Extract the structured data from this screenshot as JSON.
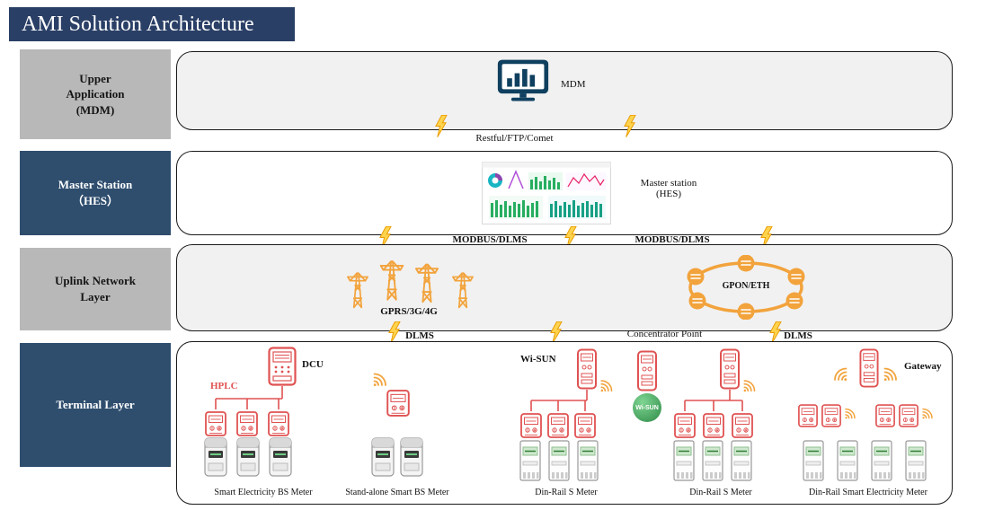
{
  "title": "AMI Solution Architecture",
  "colors": {
    "banner_navy": "#2a3f66",
    "label_navy": "#2f4e6e",
    "label_gray": "#b8b8b8",
    "accent_orange": "#F2A33C",
    "device_red": "#E05252",
    "bolt_gold": "#FFD34D",
    "wisun_green": "#3f9d58"
  },
  "layers": {
    "upper": {
      "label": "Upper\nApplication\n(MDM)"
    },
    "master": {
      "label": "Master Station\n（HES）"
    },
    "uplink": {
      "label": "Uplink Network\nLayer"
    },
    "terminal": {
      "label": "Terminal Layer"
    }
  },
  "upper_panel": {
    "mdm_label": "MDM"
  },
  "master_panel": {
    "station_label": "Master station\n(HES)"
  },
  "uplink_panel": {
    "gprs_label": "GPRS/3G/4G",
    "gpon_label": "GPON/ETH"
  },
  "connections": {
    "restful": "Restful/FTP/Comet",
    "modbus_left": "MODBUS/DLMS",
    "modbus_right": "MODBUS/DLMS",
    "dlms_left": "DLMS",
    "concentrator": "Concentrator Point",
    "dlms_right": "DLMS"
  },
  "terminal_panel": {
    "dcu": "DCU",
    "hplc": "HPLC",
    "wisun": "Wi-SUN",
    "wisun_globe": "Wi-SUN",
    "gateway": "Gateway",
    "captions": {
      "bs": "Smart Electricity BS Meter",
      "standalone": "Stand-alone Smart BS Meter",
      "dinrail_left": "Din-Rail S Meter",
      "dinrail_right": "Din-Rail S Meter",
      "dinrail_smart": "Din-Rail Smart Electricity Meter"
    }
  }
}
